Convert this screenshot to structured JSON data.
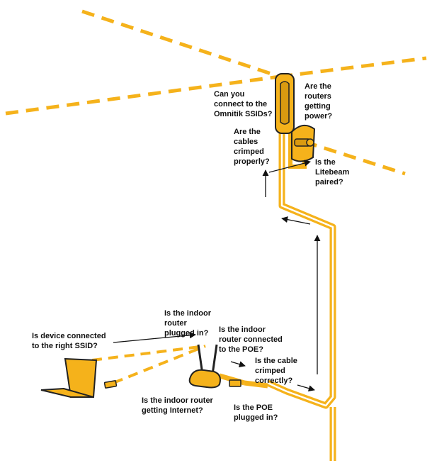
{
  "colors": {
    "accent": "#f5b21b",
    "accent_dark": "#c98a00",
    "outline": "#222222",
    "text": "#111111",
    "arrow": "#111111"
  },
  "questions": {
    "omnitik_ssid": "Can you\nconnect to the\nOmnitik SSIDs?",
    "routers_power": "Are the\nrouters\ngetting\npower?",
    "cables_crimped": "Are the\ncables\ncrimped\nproperly?",
    "litebeam_paired": "Is the\nLitebeam\npaired?",
    "router_plugged": "Is the indoor\nrouter\nplugged in?",
    "device_ssid": "Is device connected\nto the right SSID?",
    "router_poe": "Is the indoor\nrouter connected\nto the POE?",
    "cable_crimped": "Is the cable\ncrimped\ncorrectly?",
    "router_internet": "Is the indoor router\ngetting Internet?",
    "poe_plugged": "Is the POE\nplugged in?"
  },
  "icons": {
    "omnitik": "omnitik-antenna-icon",
    "litebeam": "litebeam-dish-icon",
    "router": "indoor-router-icon",
    "poe": "poe-adapter-icon",
    "laptop": "laptop-icon",
    "phone": "phone-icon"
  }
}
